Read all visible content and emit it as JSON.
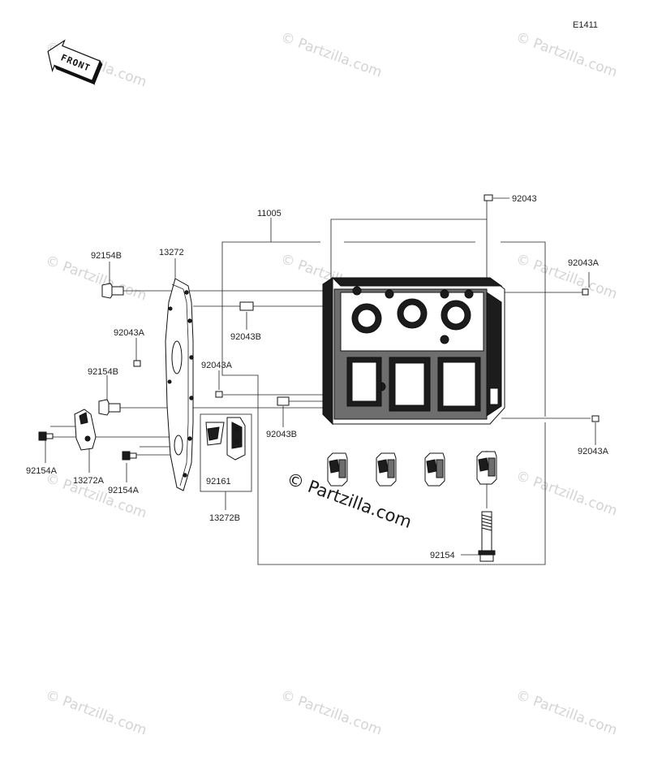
{
  "diagram": {
    "code": "E1411",
    "front_label": "FRONT",
    "watermark": "© Partzilla.com",
    "parts": {
      "p11005": "11005",
      "p92043_top": "92043",
      "p92043A_right_upper": "92043A",
      "p92043A_right_lower": "92043A",
      "p92154B_upper": "92154B",
      "p13272": "13272",
      "p92043A_left": "92043A",
      "p92043B_upper": "92043B",
      "p92154B_lower": "92154B",
      "p92043A_center": "92043A",
      "p92043B_lower": "92043B",
      "p92154A_left": "92154A",
      "p13272A": "13272A",
      "p92154A_center": "92154A",
      "p92161": "92161",
      "p13272B": "13272B",
      "p92154": "92154"
    }
  }
}
